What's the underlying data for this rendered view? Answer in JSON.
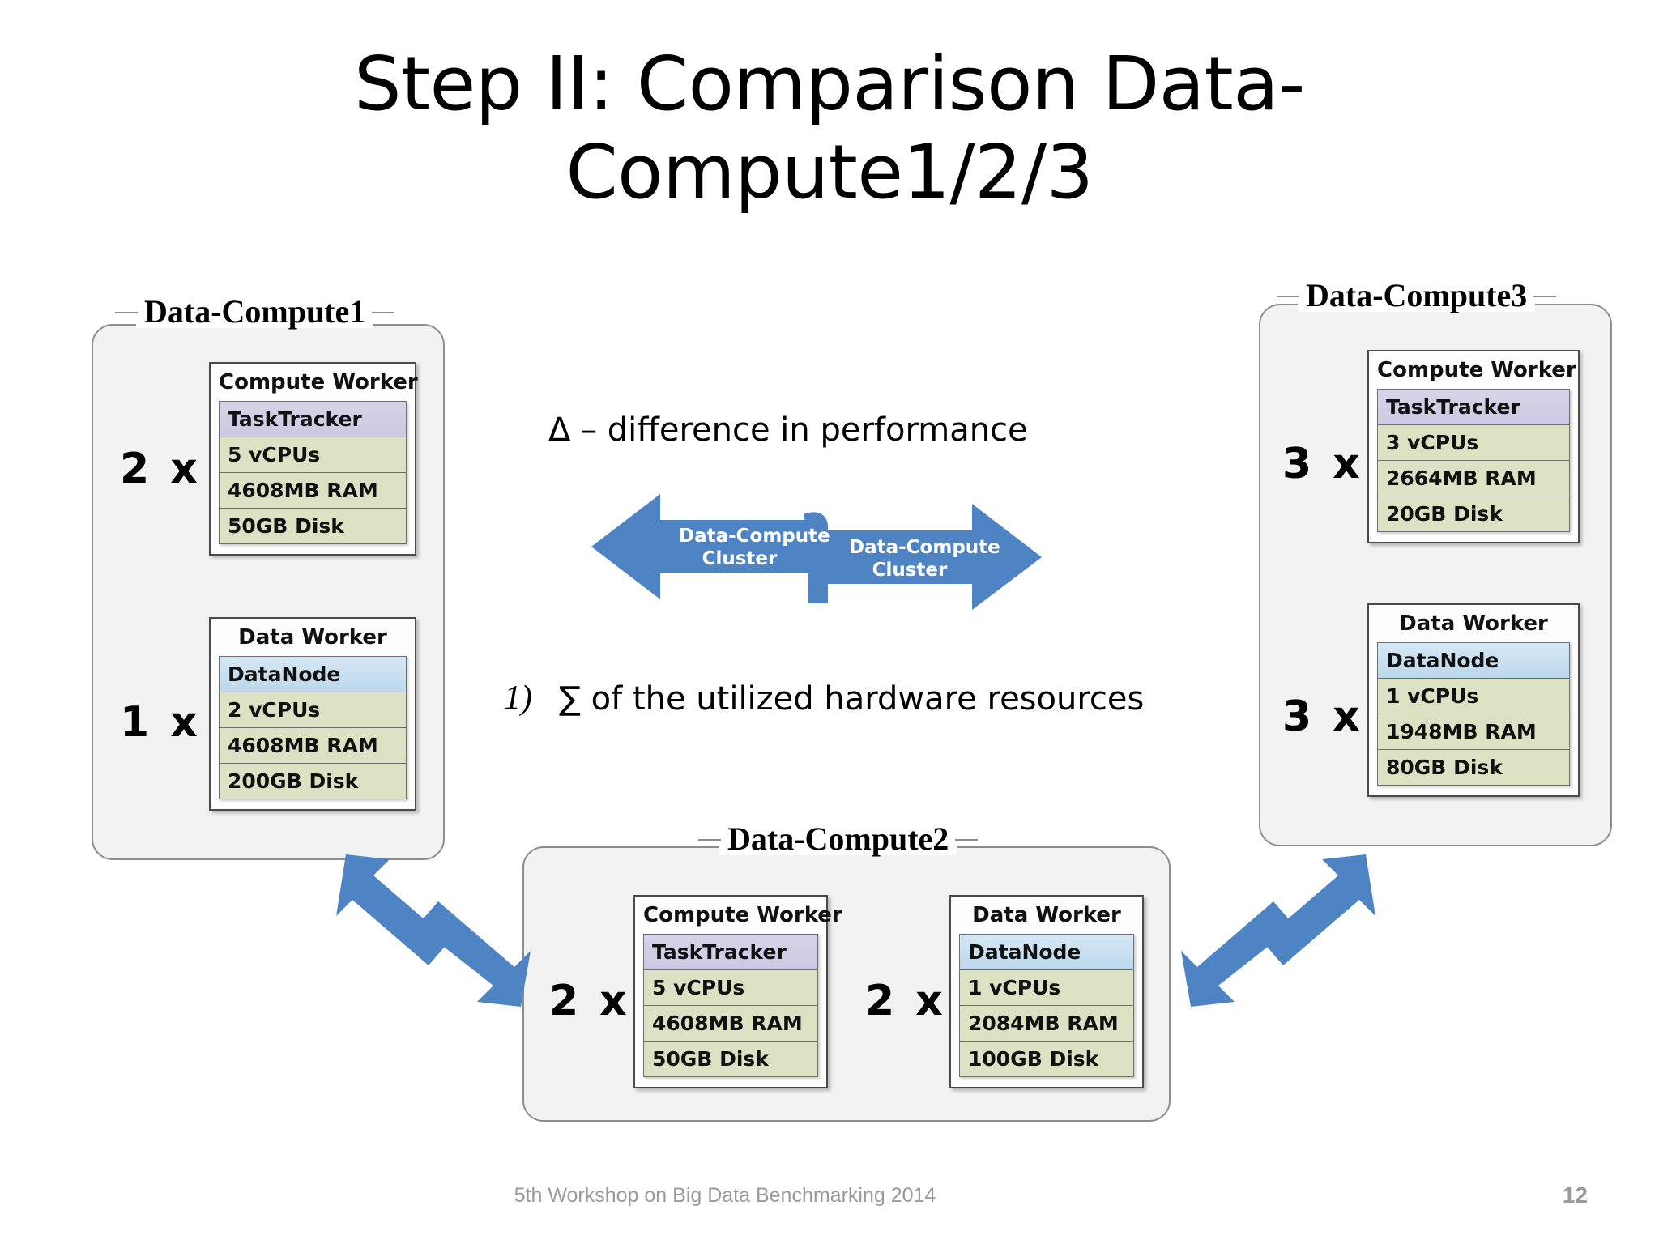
{
  "slide": {
    "title": "Step II: Comparison Data-Compute1/2/3",
    "title_line1": "Step II: Comparison Data-",
    "title_line2": "Compute1/2/3"
  },
  "colors": {
    "arrow_blue": "#4e84c4",
    "panel_fill": "#f2f2f2",
    "panel_border": "#8d8d8d",
    "row_green": "#dde1c3",
    "tasktracker_purple": "#d2cde5",
    "datanode_blue": "#c6dced",
    "footer_grey": "#9a9a9a"
  },
  "panels": {
    "dc1": {
      "title": "Data-Compute1",
      "workers": [
        {
          "multiplier": "2 x",
          "title": "Compute Worker",
          "head_label": "TaskTracker",
          "head_kind": "tasktracker",
          "specs": [
            "5 vCPUs",
            "4608MB RAM",
            "50GB Disk"
          ]
        },
        {
          "multiplier": "1 x",
          "title": "Data Worker",
          "head_label": "DataNode",
          "head_kind": "datanode",
          "specs": [
            "2 vCPUs",
            "4608MB RAM",
            "200GB Disk"
          ]
        }
      ]
    },
    "dc2": {
      "title": "Data-Compute2",
      "workers": [
        {
          "multiplier": "2 x",
          "title": "Compute Worker",
          "head_label": "TaskTracker",
          "head_kind": "tasktracker",
          "specs": [
            "5 vCPUs",
            "4608MB RAM",
            "50GB Disk"
          ]
        },
        {
          "multiplier": "2 x",
          "title": "Data Worker",
          "head_label": "DataNode",
          "head_kind": "datanode",
          "specs": [
            "1 vCPUs",
            "2084MB RAM",
            "100GB Disk"
          ]
        }
      ]
    },
    "dc3": {
      "title": "Data-Compute3",
      "workers": [
        {
          "multiplier": "3 x",
          "title": "Compute Worker",
          "head_label": "TaskTracker",
          "head_kind": "tasktracker",
          "specs": [
            "3 vCPUs",
            "2664MB RAM",
            "20GB Disk"
          ]
        },
        {
          "multiplier": "3 x",
          "title": "Data Worker",
          "head_label": "DataNode",
          "head_kind": "datanode",
          "specs": [
            "1 vCPUs",
            "1948MB RAM",
            "80GB Disk"
          ]
        }
      ]
    }
  },
  "center": {
    "delta_note": "Δ – difference in performance",
    "enum_marker": "1)",
    "enum_text": "∑ of the utilized hardware resources",
    "arrow_left_label_line1": "Data-Compute",
    "arrow_left_label_line2": "Cluster",
    "arrow_right_label_line1": "Data-Compute",
    "arrow_right_label_line2": "Cluster"
  },
  "footer": {
    "text": "5th Workshop on Big Data Benchmarking 2014",
    "page": "12"
  }
}
